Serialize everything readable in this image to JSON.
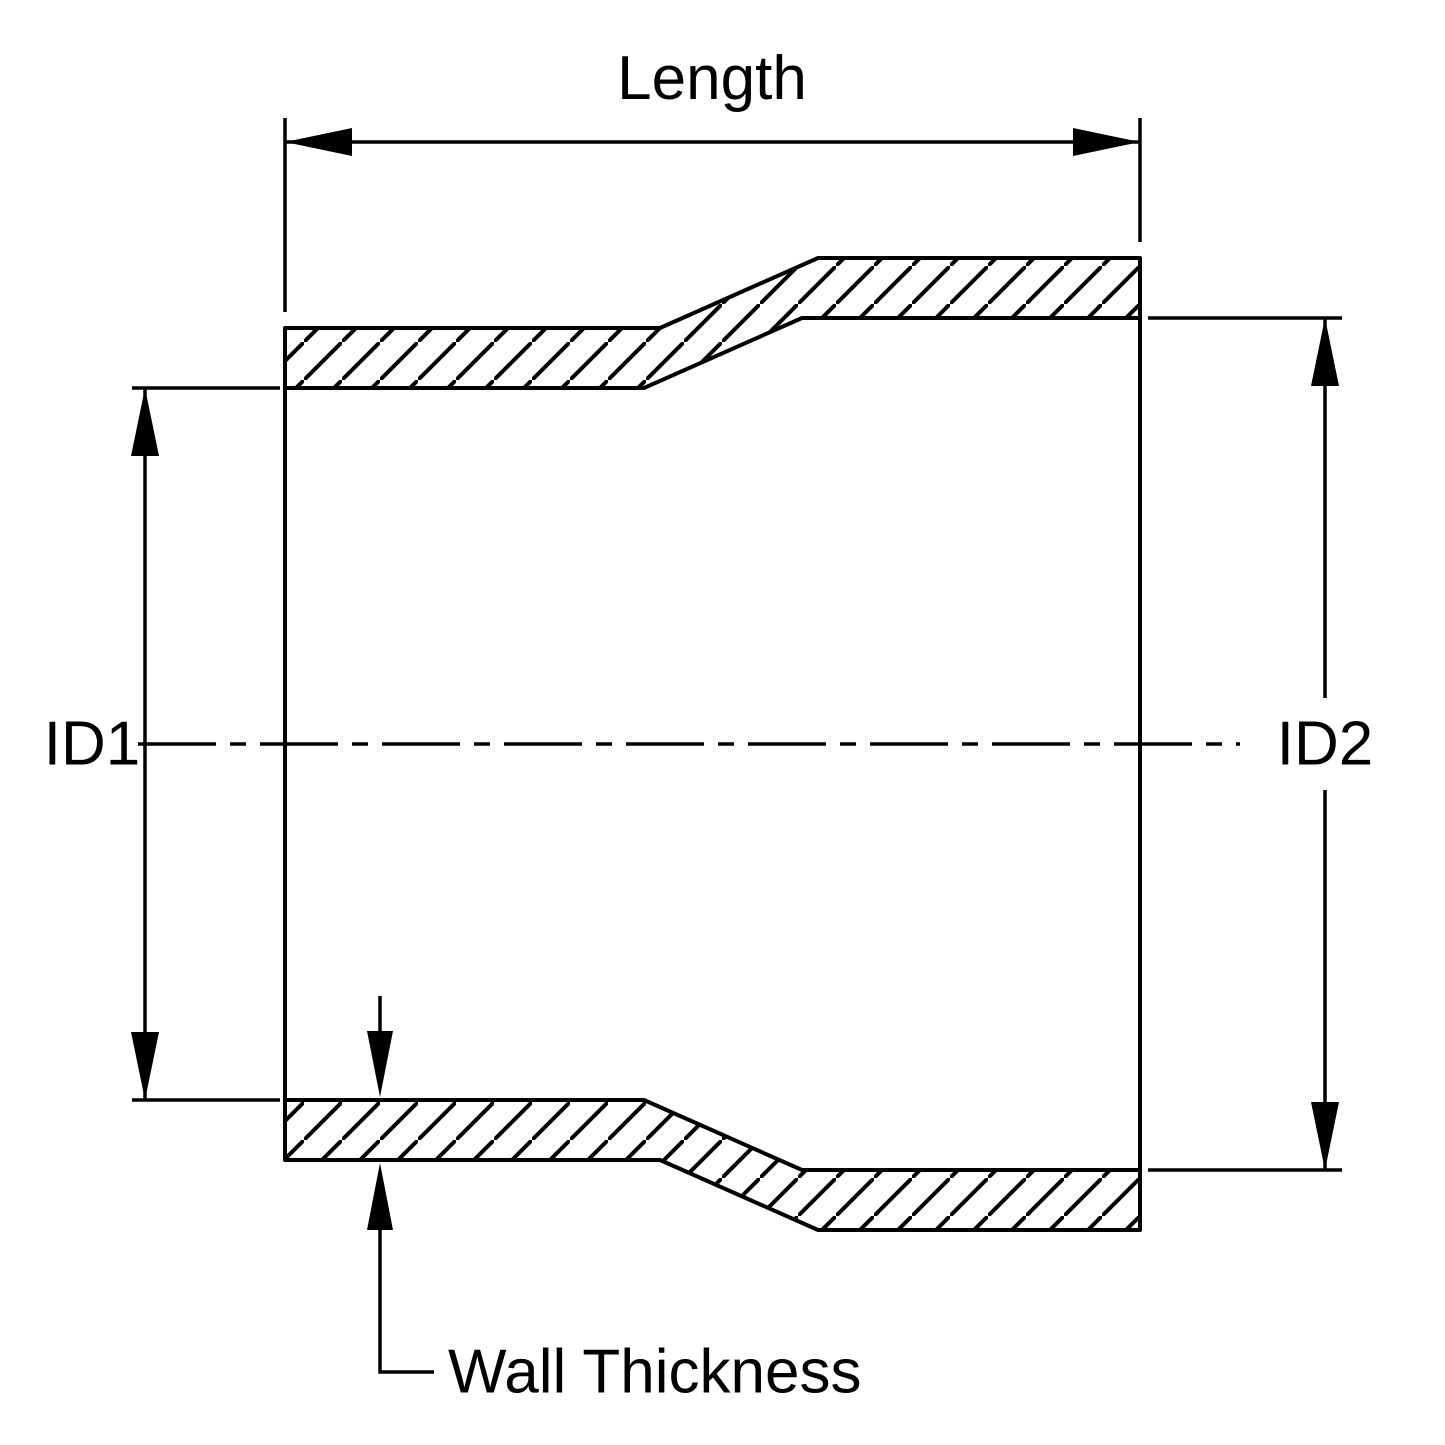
{
  "diagram": {
    "labels": {
      "length": "Length",
      "id1": "ID1",
      "id2": "ID2",
      "wall_thickness": "Wall Thickness"
    },
    "colors": {
      "line": "#000000",
      "background": "#ffffff"
    }
  }
}
